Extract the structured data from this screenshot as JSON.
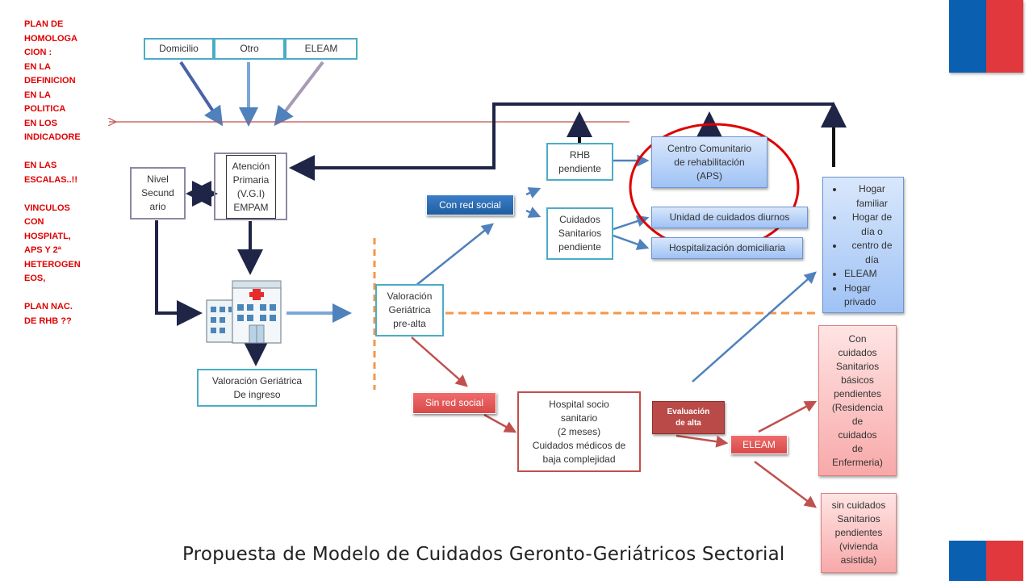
{
  "side_note": "PLAN DE\nHOMOLOGA\nCION  :\nEN LA\nDEFINICION\nEN LA\nPOLITICA\nEN LOS\nINDICADORE\n\nEN LAS\nESCALAS..!!\n\nVINCULOS\nCON\nHOSPIATL,\nAPS Y 2ª\nHETEROGEN\nEOS,\n\nPLAN NAC.\nDE RHB ??",
  "origins": {
    "domicilio": "Domicilio",
    "otro": "Otro",
    "eleam": "ELEAM"
  },
  "atencion_primaria": "Atención\nPrimaria\n(V.G.I)\nEMPAM",
  "nivel_secundario": "Nivel\nSecund\nario",
  "valoracion_ingreso": "Valoración Geriátrica\nDe ingreso",
  "valoracion_prealta": "Valoración\nGeriátrica\npre-alta",
  "con_red_social": "Con red social",
  "sin_red_social": "Sin red social",
  "rhb_pendiente": "RHB\npendiente",
  "cuidados_pendiente": "Cuidados\nSanitarios\npendiente",
  "centro_comunitario": "Centro Comunitario\nde rehabilitación\n(APS)",
  "unidad_diurnos": "Unidad de cuidados diurnos",
  "hospitalizacion_dom": "Hospitalización domiciliaria",
  "hogar_list": [
    "Hogar familiar",
    "Hogar de día o",
    "centro de día",
    "ELEAM",
    "Hogar privado"
  ],
  "hospital_socio": "Hospital socio\nsanitario\n(2 meses)\nCuidados médicos de\nbaja complejidad",
  "evaluacion_alta": "Evaluación\nde alta",
  "eleam_box": "ELEAM",
  "con_cuidados": "Con\ncuidados\nSanitarios\nbásicos\npendientes\n(Residencia\nde\ncuidados\nde\nEnfermeria)",
  "sin_cuidados": "sin cuidados\nSanitarios\npendientes\n(vivienda\nasistida)",
  "footer_title": "Propuesta de Modelo de Cuidados Geronto-Geriátricos Sectorial",
  "colors": {
    "navy": "#1f2547",
    "teal": "#4bacc6",
    "blue_arrow": "#4f81bd",
    "red_arrow": "#c0504d",
    "flag_blue": "#0b5fb0",
    "flag_red": "#e0383c",
    "circle": "#e00000",
    "dash_orange": "#f79646"
  }
}
